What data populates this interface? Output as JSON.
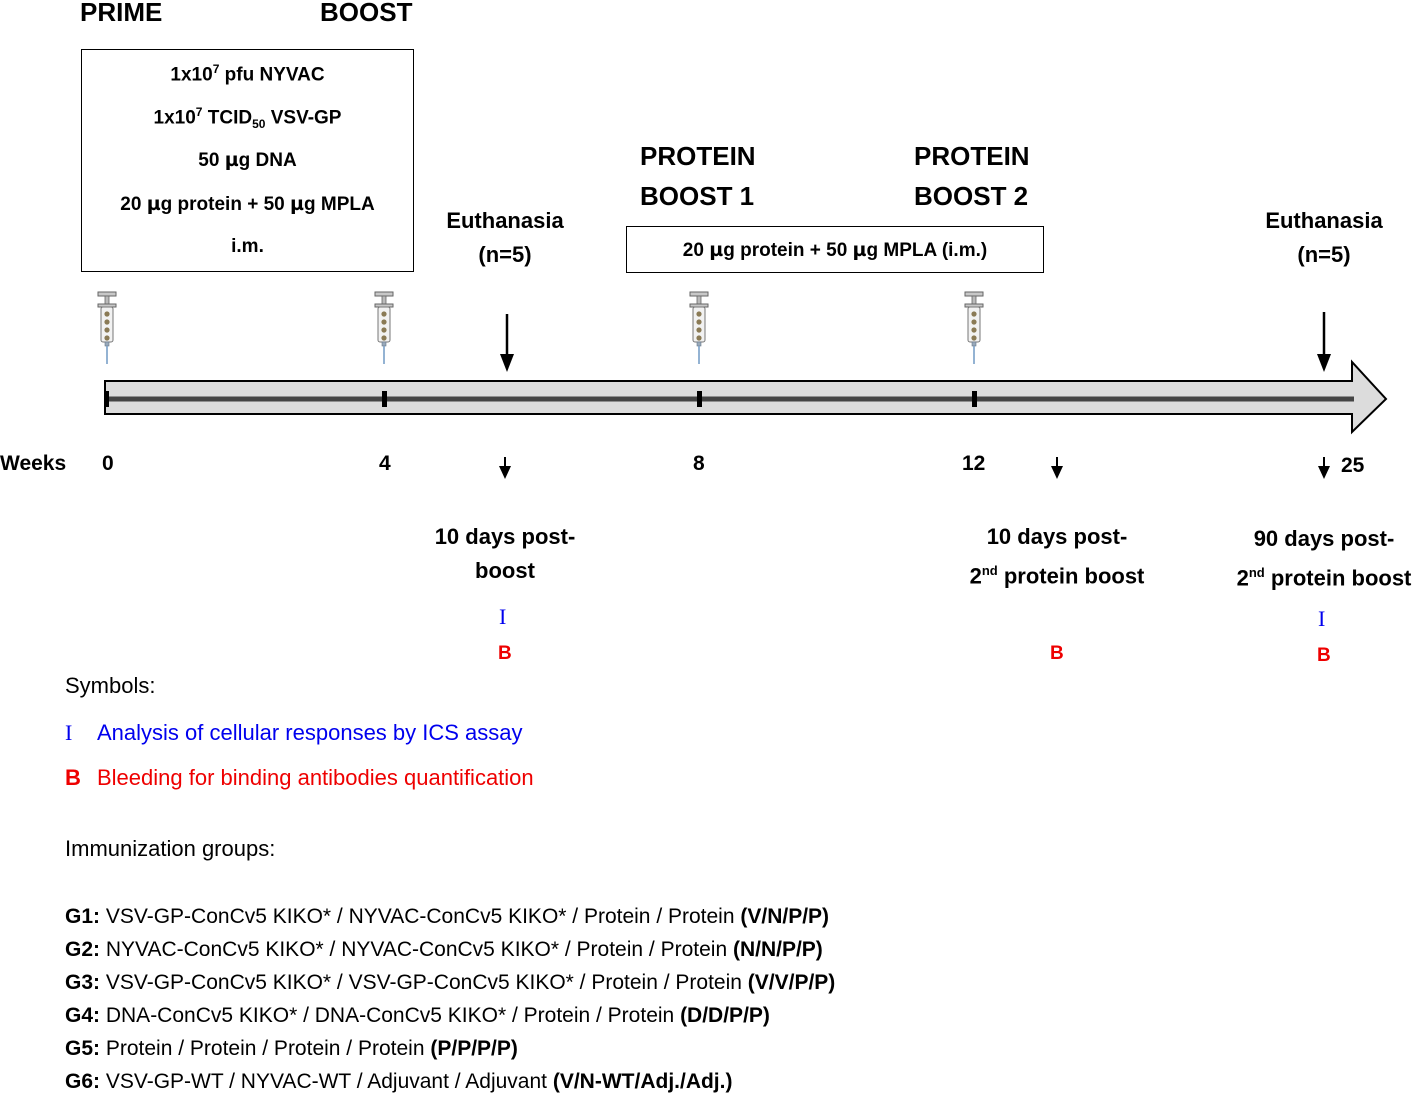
{
  "phases": {
    "prime": "PRIME",
    "boost": "BOOST",
    "protein_boost_1_line1": "PROTEIN",
    "protein_boost_1_line2": "BOOST 1",
    "protein_boost_2_line1": "PROTEIN",
    "protein_boost_2_line2": "BOOST 2"
  },
  "prime_boost_box": {
    "line1_pre": "1x10",
    "line1_sup": "7",
    "line1_post": " pfu NYVAC",
    "line2_pre": "1x10",
    "line2_sup": "7",
    "line2_mid": " TCID",
    "line2_sub": "50",
    "line2_post": " VSV-GP",
    "line3_pre": "50 ",
    "line3_mu": "µ",
    "line3_post": "g DNA",
    "line4_a": "20 ",
    "line4_mu1": "µ",
    "line4_b": "g protein + 50 ",
    "line4_mu2": "µ",
    "line4_c": "g MPLA",
    "line5": "i.m."
  },
  "protein_box": {
    "a": "20 ",
    "mu1": "µ",
    "b": "g protein + 50 ",
    "mu2": "µ",
    "c": "g MPLA (i.m.)"
  },
  "euthanasia": [
    {
      "line1": "Euthanasia",
      "line2": "(n=5)"
    },
    {
      "line1": "Euthanasia",
      "line2": "(n=5)"
    }
  ],
  "weeks_label": "Weeks",
  "week_ticks": [
    "0",
    "4",
    "8",
    "12",
    "25"
  ],
  "sample_points": [
    {
      "line1": "10 days post-",
      "line2": "boost"
    },
    {
      "line1": "10 days post-",
      "line2_sup": "nd",
      "line2_num": "2",
      "line2_text": " protein boost"
    },
    {
      "line1": "90 days post-",
      "line2_sup": "nd",
      "line2_num": "2",
      "line2_text": " protein boost"
    }
  ],
  "marks": {
    "i": "I",
    "b": "B"
  },
  "symbols": {
    "title": "Symbols:",
    "i_symbol": "I",
    "i_text": "Analysis of cellular responses by ICS assay",
    "b_symbol": "B",
    "b_text": "Bleeding for binding antibodies quantification",
    "i_color": "#0000ee",
    "b_color": "#ee0000"
  },
  "groups_title": "Immunization groups:",
  "groups": [
    {
      "id": "G1:",
      "text": " VSV-GP-ConCv5 KIKO* / NYVAC-ConCv5 KIKO* / Protein / Protein ",
      "code": "(V/N/P/P)"
    },
    {
      "id": "G2:",
      "text": " NYVAC-ConCv5 KIKO* / NYVAC-ConCv5 KIKO* / Protein / Protein ",
      "code": "(N/N/P/P)"
    },
    {
      "id": "G3:",
      "text": " VSV-GP-ConCv5 KIKO* / VSV-GP-ConCv5 KIKO* / Protein / Protein ",
      "code": "(V/V/P/P)"
    },
    {
      "id": "G4:",
      "text": " DNA-ConCv5 KIKO* / DNA-ConCv5 KIKO* / Protein / Protein ",
      "code": "(D/D/P/P)"
    },
    {
      "id": "G5:",
      "text": " Protein / Protein / Protein / Protein ",
      "code": "(P/P/P/P)"
    },
    {
      "id": "G6:",
      "text": " VSV-GP-WT / NYVAC-WT / Adjuvant / Adjuvant ",
      "code": "(V/N-WT/Adj./Adj.)"
    }
  ]
}
